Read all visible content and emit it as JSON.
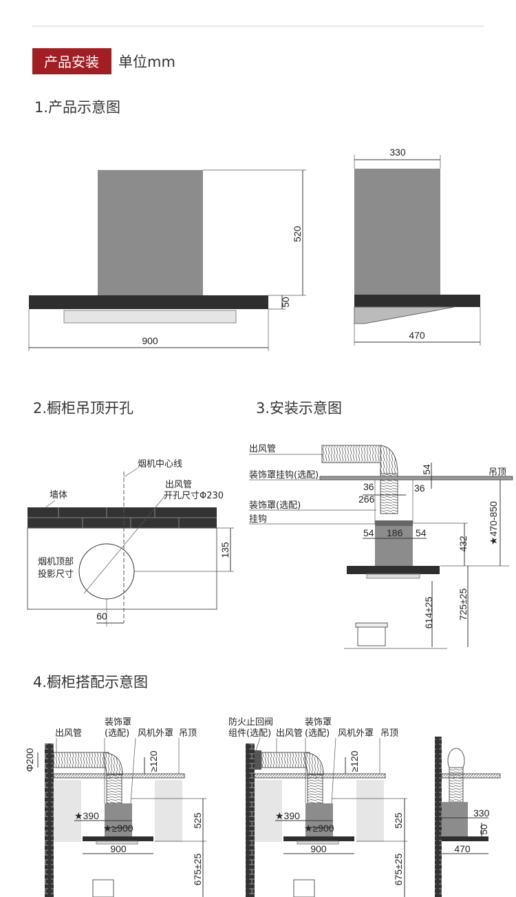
{
  "header": {
    "badge": "产品安装",
    "unit": "单位mm",
    "accent": "#a31e22"
  },
  "section1": {
    "title": "1.产品示意图",
    "front": {
      "height": "520",
      "panel": "50",
      "width": "900"
    },
    "side": {
      "depth_top": "330",
      "depth_bottom": "470"
    }
  },
  "section2": {
    "title": "2.橱柜吊顶开孔",
    "center_line": "烟机中心线",
    "duct": "出风管",
    "hole_size": "开孔尺寸Φ230",
    "wall": "墙体",
    "proj_1": "烟机顶部",
    "proj_2": "投影尺寸",
    "dim_135": "135",
    "dim_60": "60"
  },
  "section3": {
    "title": "3.安装示意图",
    "duct": "出风管",
    "cover_hook": "装饰罩挂钩(选配)",
    "ceiling": "吊顶",
    "cover": "装饰罩(选配)",
    "hook": "挂钩",
    "d54": "54",
    "d36a": "36",
    "d36b": "36",
    "d266": "266",
    "d54l": "54",
    "d186": "186",
    "d54r": "54",
    "d432": "432",
    "d470_850": "★470-850",
    "d614": "614±25",
    "d725": "725±25"
  },
  "section4": {
    "title": "4.橱柜搭配示意图",
    "a": {
      "duct": "出风管",
      "cover1": "装饰罩",
      "cover2": "(选配)",
      "fan": "风机外罩",
      "ceiling": "吊顶",
      "phi": "Φ200",
      "gap": "≥120",
      "d390": "★390",
      "d900min": "★≥900",
      "d525": "525",
      "d900": "900",
      "d675": "675±25"
    },
    "b": {
      "valve1": "防火止回阀",
      "valve2": "组件(选配)",
      "duct": "出风管",
      "cover1": "装饰罩",
      "cover2": "(选配)",
      "fan": "风机外罩",
      "ceiling": "吊顶",
      "gap": "≥120",
      "d390": "★390",
      "d900min": "★≥900",
      "d525": "525",
      "d900": "900",
      "d675": "675±25"
    },
    "c": {
      "d330": "330",
      "d50": "50",
      "d470": "470"
    }
  }
}
